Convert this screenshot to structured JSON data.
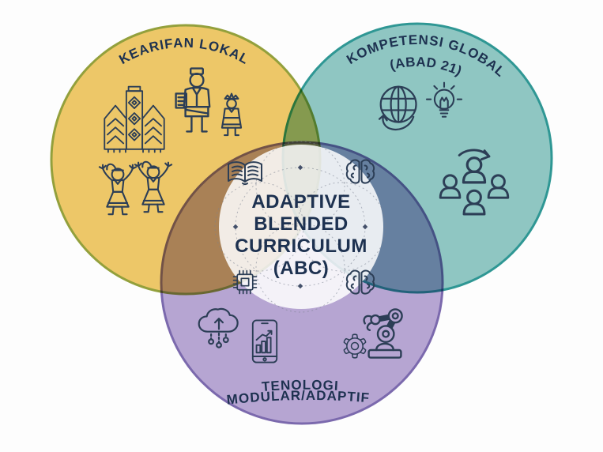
{
  "center": {
    "line1": "ADAPTIVE",
    "line2": "BLENDED",
    "line3": "CURRICULUM",
    "line4": "(ABC)",
    "icons": [
      "open-book-icon",
      "brain-icon",
      "chip-icon",
      "brain-icon"
    ],
    "fill": "#ffffff"
  },
  "sets": {
    "local_wisdom": {
      "label": "KEARIFAN LOKAL",
      "fill": "#edc768",
      "stroke": "#93a03c",
      "icons": [
        "woven-textile-icon",
        "traditional-man-icon",
        "traditional-child-icon",
        "dancer-icon",
        "dancer-icon"
      ]
    },
    "global_competence": {
      "label": "KOMPETENSI GLOBAL",
      "label2": "(ABAD 21)",
      "fill": "#8fc6c2",
      "stroke": "#2f9794",
      "icons": [
        "globe-cycle-icon",
        "lightbulb-icon",
        "people-cycle-icon"
      ]
    },
    "technology": {
      "label": "TENOLOGI",
      "label2": "MODULAR/ADAPTIF",
      "fill": "#b6a5d2",
      "stroke": "#7b69ad",
      "icons": [
        "cloud-upload-icon",
        "phone-chart-icon",
        "gear-icon",
        "robot-arm-icon"
      ]
    }
  },
  "colors": {
    "background": "#fdfdfd",
    "text": "#1d3150",
    "icon_stroke": "#2c3e56",
    "overlap_yellow_teal": "#879c4f",
    "overlap_yellow_purple": "#ab8256",
    "overlap_teal_purple": "#6882a1"
  }
}
